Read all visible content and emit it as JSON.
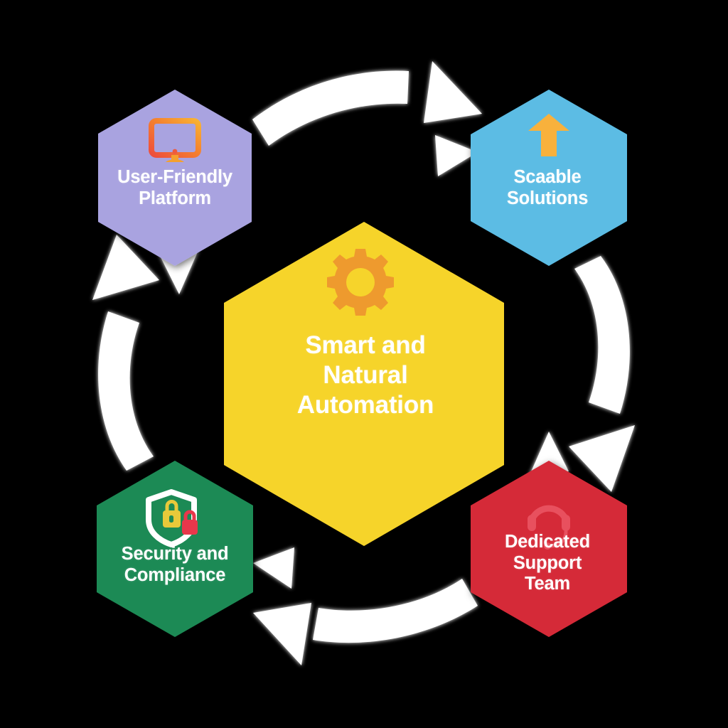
{
  "diagram": {
    "type": "hexagon-cycle",
    "background_color": "#000000",
    "center": {
      "id": "center",
      "label": "Smart and\nNatural\nAutomation",
      "fill": "#F6D42B",
      "text_color": "#FFFFFF",
      "icon": "gear-icon",
      "icon_color": "#EE9A2E"
    },
    "nodes": [
      {
        "id": "user-friendly-platform",
        "label": "User-Friendly\nPlatform",
        "fill": "#A9A3E0",
        "text_color": "#FFFFFF",
        "icon": "desktop-monitor-icon",
        "icon_color": "#F0882F",
        "icon_color_secondary": "#EF5A3C",
        "position": "top-left"
      },
      {
        "id": "scalable-solutions",
        "label": "Scaable\nSolutions",
        "fill": "#5BBCE4",
        "text_color": "#FFFFFF",
        "icon": "up-arrow-icon",
        "icon_color": "#F8B13C",
        "position": "top-right"
      },
      {
        "id": "dedicated-support-team",
        "label": "Dedicated\nSupport\nTeam",
        "fill": "#D52B39",
        "text_color": "#FFFFFF",
        "icon": "headset-icon",
        "icon_color": "#E8505E",
        "position": "bottom-right"
      },
      {
        "id": "security-and-compliance",
        "label": "Security and\nCompliance",
        "fill": "#1E8A54",
        "text_color": "#FFFFFF",
        "icon": "shield-lock-icon",
        "icon_color": "#FFFFFF",
        "icon_color_secondary": "#E8C93A",
        "icon_color_tertiary": "#E8374B",
        "position": "bottom-left"
      }
    ],
    "connectors": [
      {
        "id": "arrow-top",
        "from": "user-friendly-platform",
        "to": "scalable-solutions",
        "direction": "clockwise-right",
        "color": "#FFFFFF"
      },
      {
        "id": "arrow-right",
        "from": "scalable-solutions",
        "to": "dedicated-support-team",
        "direction": "clockwise-down",
        "color": "#FFFFFF"
      },
      {
        "id": "arrow-bottom",
        "from": "dedicated-support-team",
        "to": "security-and-compliance",
        "direction": "clockwise-left",
        "color": "#FFFFFF"
      },
      {
        "id": "arrow-left",
        "from": "security-and-compliance",
        "to": "user-friendly-platform",
        "direction": "clockwise-up",
        "color": "#FFFFFF"
      }
    ]
  }
}
